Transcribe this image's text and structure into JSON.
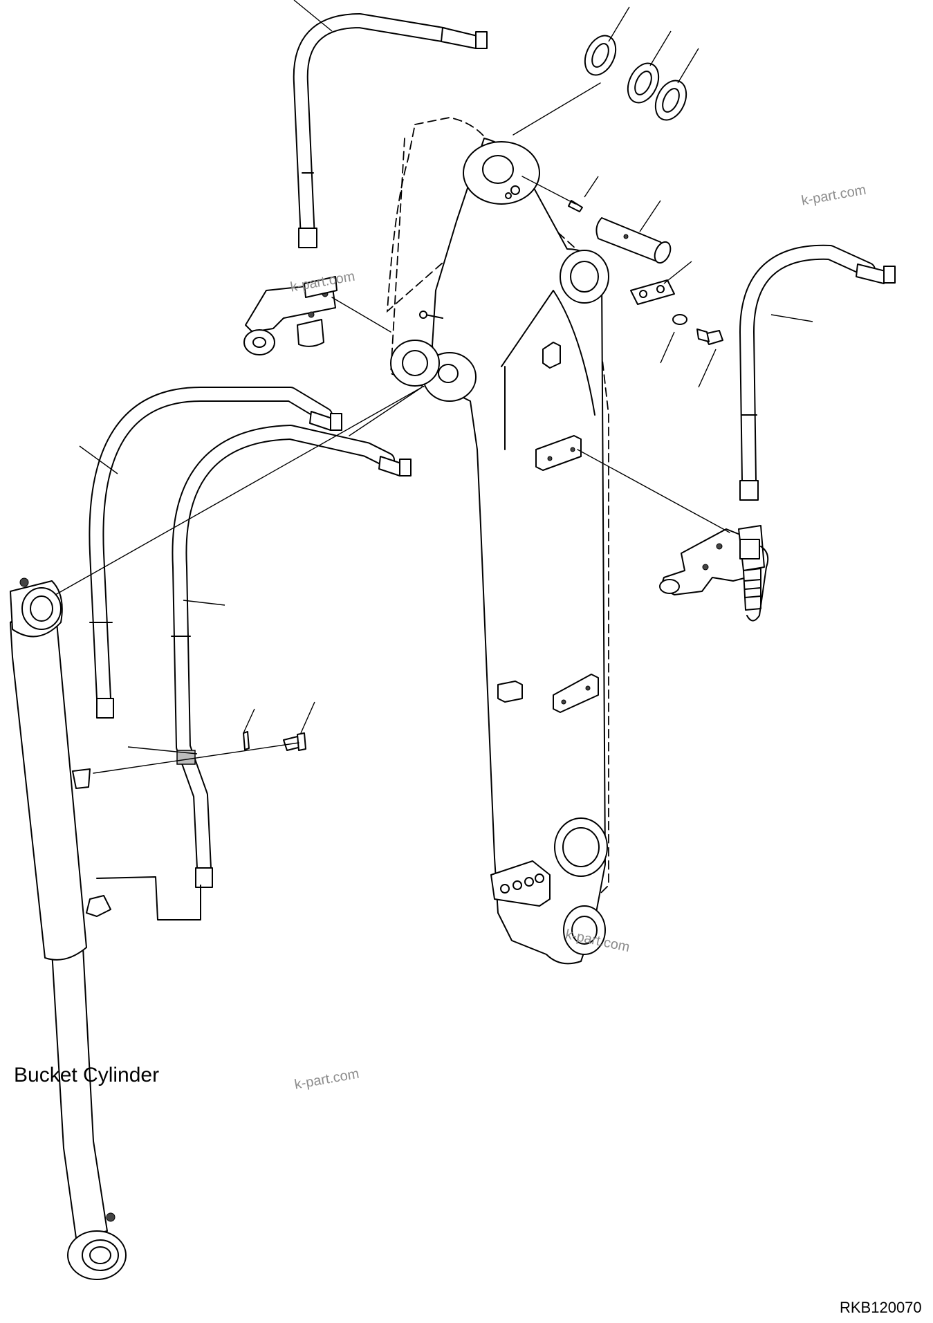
{
  "labels": {
    "component": "Bucket Cylinder",
    "drawing_number": "RKB120070"
  },
  "watermarks": [
    "k-part.com",
    "k-part.com",
    "k-part.com",
    "k-part.com"
  ],
  "colors": {
    "line": "#000000",
    "background": "#ffffff",
    "watermark": "#8c8c8c"
  }
}
